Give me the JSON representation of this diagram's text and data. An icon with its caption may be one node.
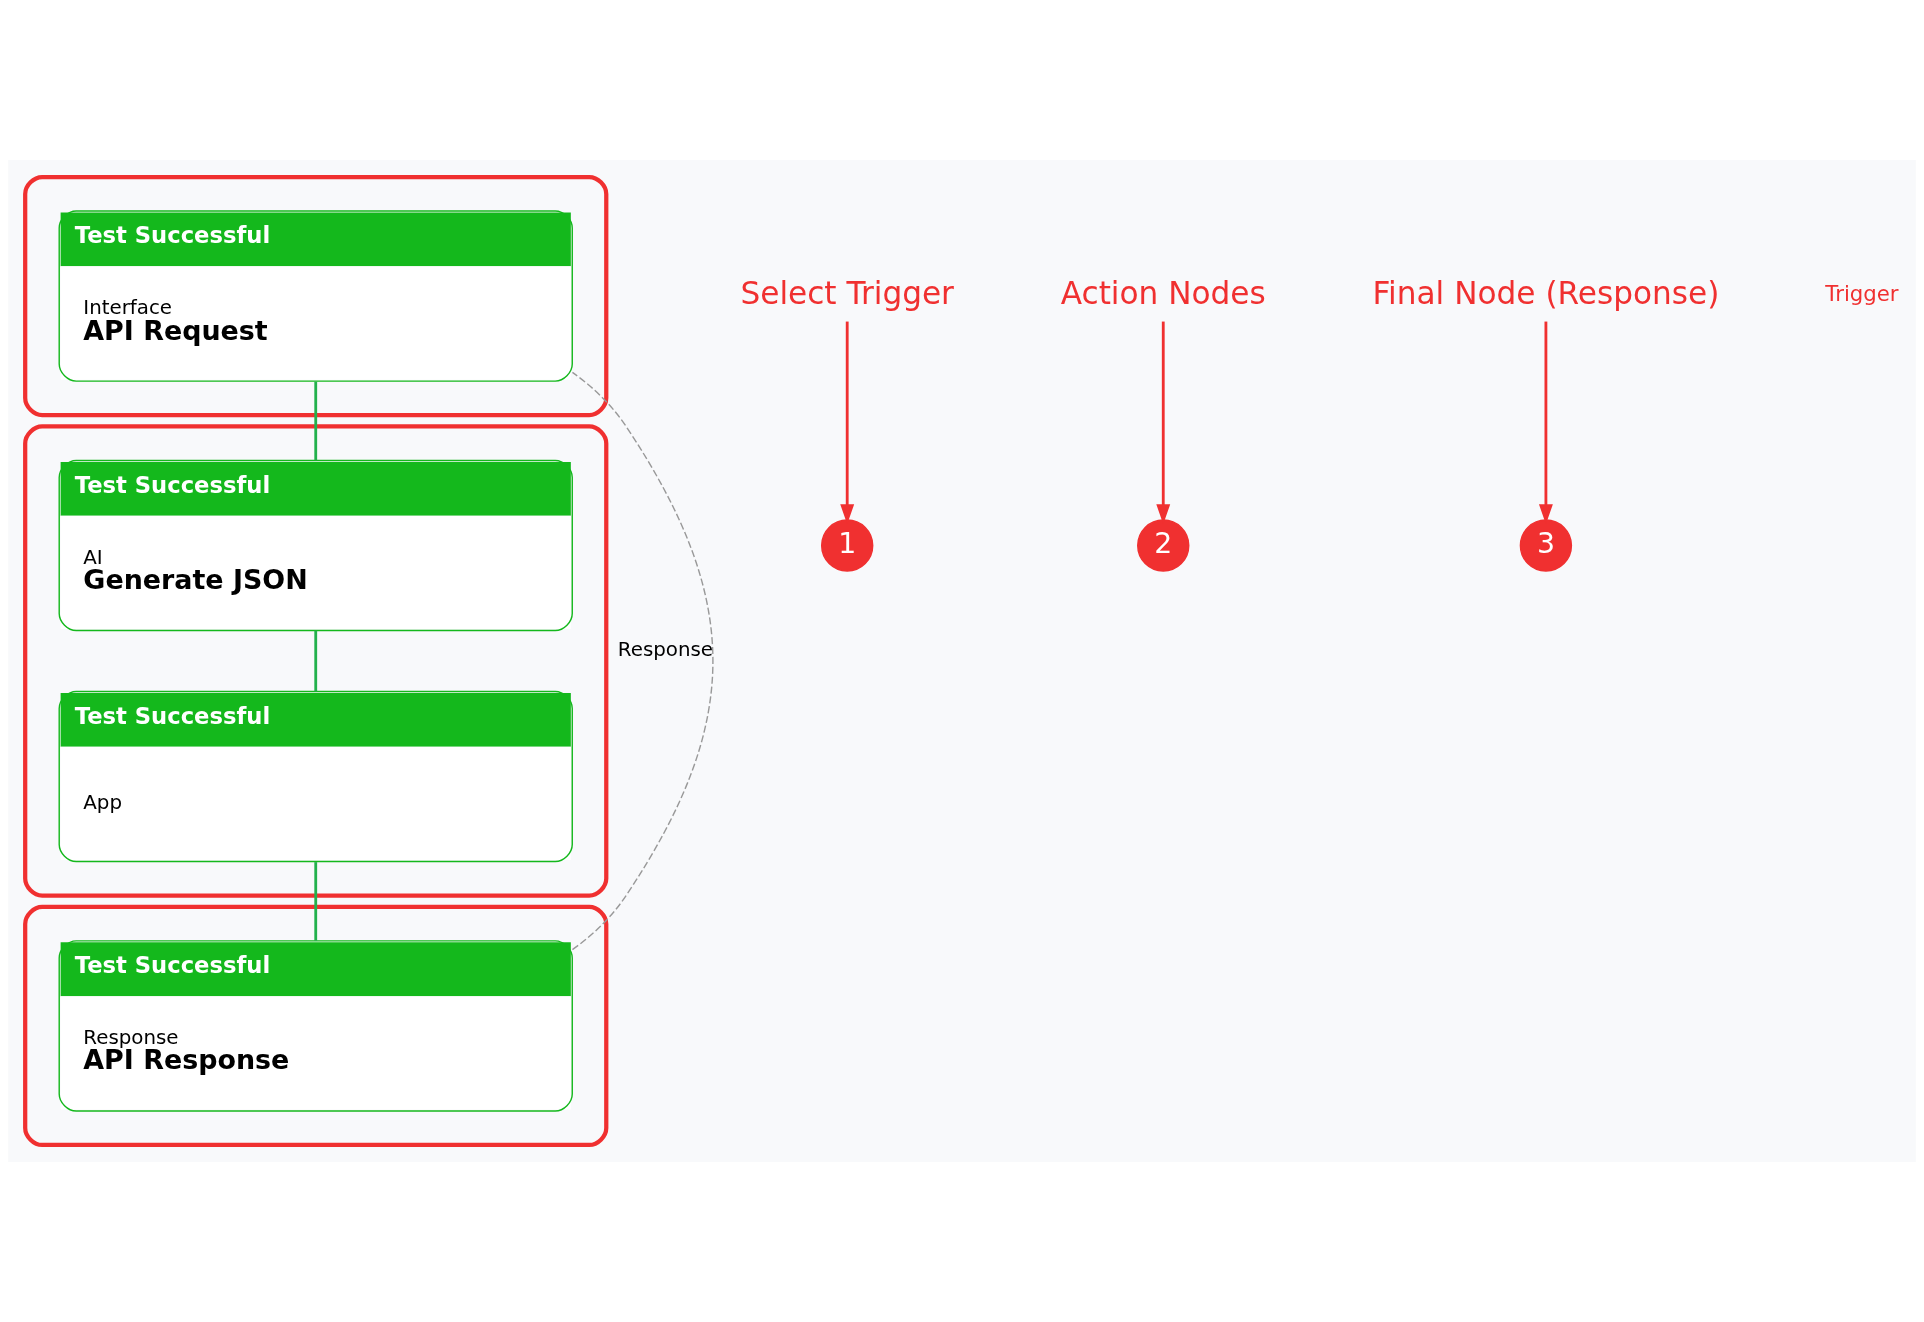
{
  "diagram": {
    "nodes": [
      {
        "text": [],
        "shape": "box"
      },
      {
        "text": [
          "Test Successful",
          "Interface",
          "API Request"
        ],
        "in": 0
      },
      {
        "text": [],
        "shape": "box"
      },
      {
        "text": [
          "Test Successful",
          "AI",
          "Generate JSON"
        ],
        "in": 2
      },
      {
        "text": [
          "Test Successful",
          "App"
        ],
        "in": 2
      },
      {
        "text": [],
        "shape": "box"
      },
      {
        "text": [
          "Test Successful",
          "Response",
          "API Response"
        ],
        "in": 5
      },
      {
        "text": [
          "1"
        ]
      },
      {
        "text": [
          "Select Trigger"
        ]
      },
      {
        "text": [
          "2"
        ]
      },
      {
        "text": [
          "Action Nodes"
        ]
      },
      {
        "text": [
          "3"
        ]
      },
      {
        "text": [
          "Final Node (Response)"
        ]
      }
    ],
    "edges": [
      {
        "from": 1,
        "to": 3,
        "arrow": "none",
        "color": "#22b14c"
      },
      {
        "from": 3,
        "to": 4,
        "arrow": "none",
        "color": "#22b14c"
      },
      {
        "from": 4,
        "to": 6,
        "arrow": "none",
        "color": "#22b14c"
      },
      {
        "from": 6,
        "to": 1,
        "arrow": "none",
        "label": "Response",
        "style": "dashed",
        "color": "#999999"
      },
      {
        "from": 8,
        "to": 7,
        "arrow": "to",
        "color": "#f03030"
      },
      {
        "from": 10,
        "to": 9,
        "arrow": "to",
        "color": "#f03030"
      },
      {
        "from": 12,
        "to": 11,
        "arrow": "to",
        "color": "#f03030"
      }
    ],
    "labels": [
      "Trigger"
    ]
  }
}
